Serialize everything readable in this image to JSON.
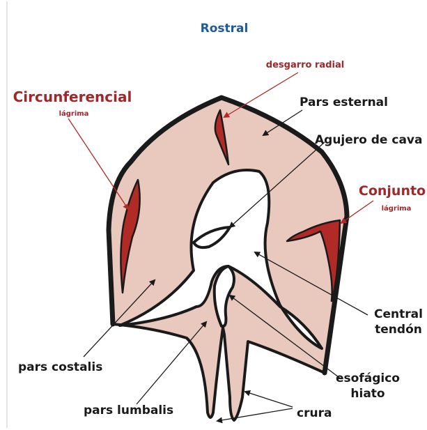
{
  "title": "Rostral",
  "tears": {
    "radial_title": "desgarro radial",
    "circumferential_title": "Circunferencial",
    "circumferential_sub": "lágrima",
    "combined_title": "Conjunto",
    "combined_sub": "lágrima"
  },
  "anatomy": {
    "pars_sternal": "Pars esternal",
    "caval_foramen": "Agujero de cava",
    "central_line1": "Central",
    "central_line2": "tendón",
    "pars_costalis": "pars costalis",
    "esophageal_line1": "esofágico",
    "esophageal_line2": "hiato",
    "pars_lumbalis": "pars lumbalis",
    "crura": "crura"
  },
  "colors": {
    "tissue": "#e9c8bd",
    "tear": "#b02a26",
    "outline": "#1a1a1a",
    "title_blue": "#1f5a99",
    "label_red": "#a3262a"
  }
}
